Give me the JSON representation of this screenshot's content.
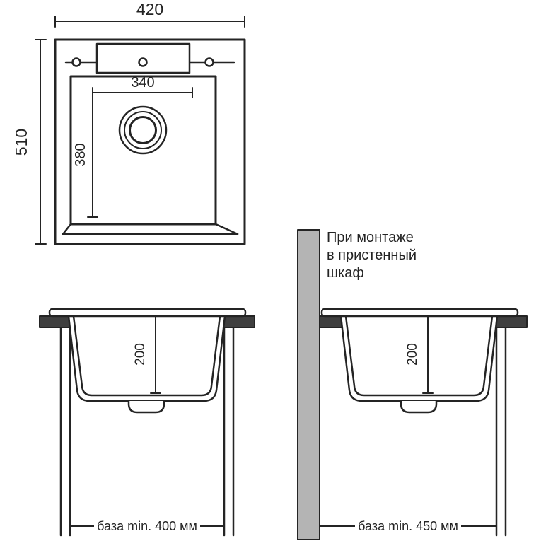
{
  "title": "Sink installation technical drawing",
  "colors": {
    "line": "#242424",
    "background": "#ffffff",
    "panel_gray": "#b4b4b4",
    "counter_dark": "#3f3f3f"
  },
  "top_view": {
    "overall_width_mm": "420",
    "overall_depth_mm": "510",
    "bowl_width_mm": "340",
    "bowl_depth_mm": "380"
  },
  "section_left": {
    "bowl_depth_mm": "200",
    "base_note": "база min. 400 мм"
  },
  "section_right": {
    "bowl_depth_mm": "200",
    "base_note": "база min. 450 мм",
    "note_line1": "При монтаже",
    "note_line2": "в пристенный",
    "note_line3": "шкаф"
  }
}
